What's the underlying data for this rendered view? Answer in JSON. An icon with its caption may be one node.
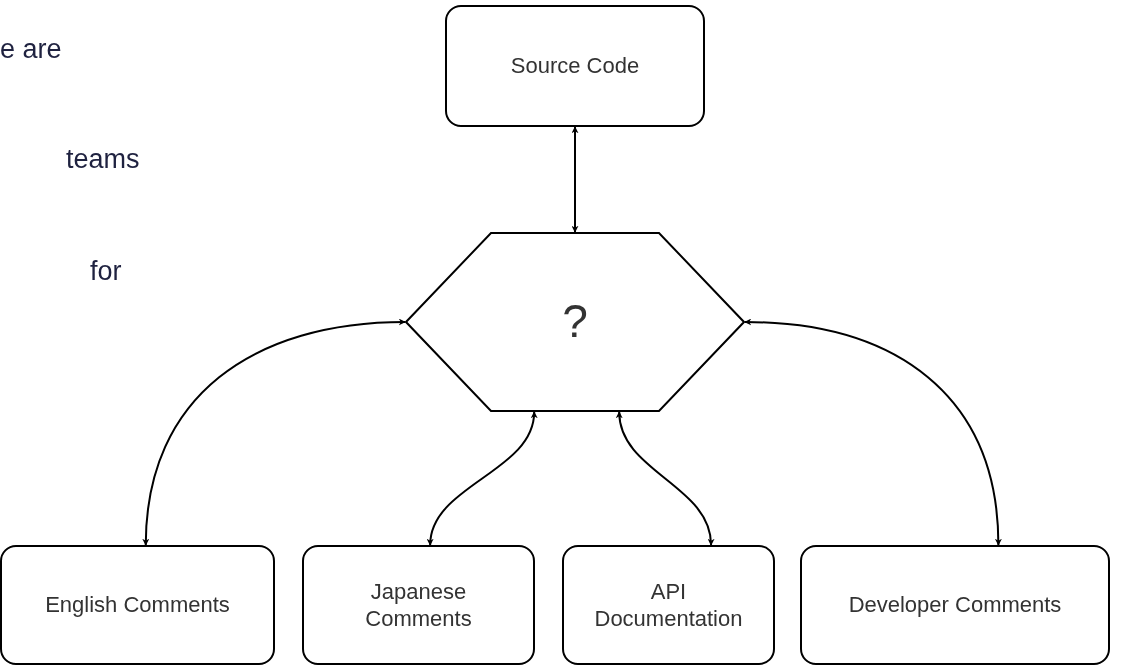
{
  "diagram": {
    "nodes": [
      {
        "text": [
          "Source Code"
        ]
      },
      {
        "text": [
          "?"
        ]
      },
      {
        "text": [
          "English Comments"
        ]
      },
      {
        "text": [
          "Japanese Comments"
        ]
      },
      {
        "text": [
          "API Documentation"
        ]
      },
      {
        "text": [
          "Developer Comments"
        ]
      }
    ],
    "edges": [
      {
        "from": 0,
        "to": 1,
        "arrow": "both"
      },
      {
        "from": 2,
        "to": 1,
        "arrow": "both"
      },
      {
        "from": 3,
        "to": 1,
        "arrow": "both"
      },
      {
        "from": 4,
        "to": 1,
        "arrow": "both"
      },
      {
        "from": 5,
        "to": 1,
        "arrow": "both"
      }
    ],
    "labels": [
      "e are",
      "teams",
      "for"
    ]
  }
}
